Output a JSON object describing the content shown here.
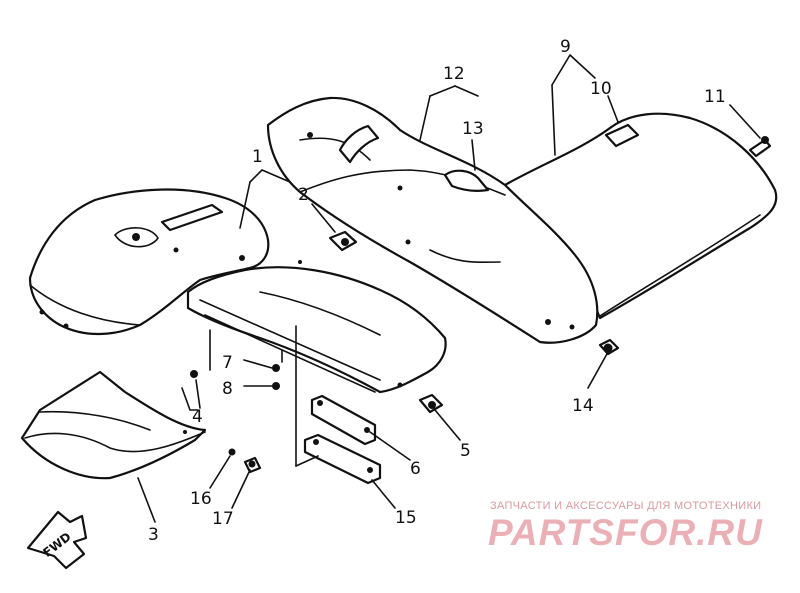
{
  "labels": {
    "l1": "1",
    "l2": "2",
    "l3": "3",
    "l4": "4",
    "l5": "5",
    "l6": "6",
    "l7": "7",
    "l8": "8",
    "l9": "9",
    "l10": "10",
    "l11": "11",
    "l12": "12",
    "l13": "13",
    "l14": "14",
    "l15": "15",
    "l16": "16",
    "l17": "17"
  },
  "fwd": "FWD",
  "watermark": {
    "caption": "ЗАПЧАСТИ И АКСЕССУАРЫ ДЛЯ МОТОТЕХНИКИ",
    "logo": "PARTSFOR.RU"
  }
}
